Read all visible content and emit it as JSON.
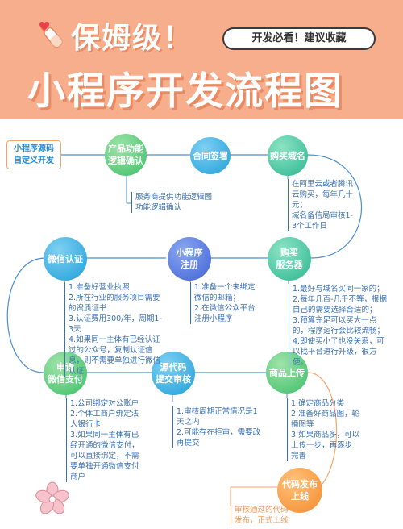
{
  "header": {
    "title_line1": "保姆级！",
    "title_line2": "小程序开发流程图",
    "badge": "开发必看！建议收藏"
  },
  "start_box": {
    "line1": "小程序源码",
    "line2": "自定义开发"
  },
  "steps": {
    "s1": {
      "line1": "产品功能",
      "line2": "逻辑确认"
    },
    "s2": {
      "line1": "合同签署"
    },
    "s3": {
      "line1": "购买域名"
    },
    "s4": {
      "line1": "购买",
      "line2": "服务器"
    },
    "s5": {
      "line1": "小程序",
      "line2": "注册"
    },
    "s6": {
      "line1": "微信认证"
    },
    "s7": {
      "line1": "申请",
      "line2": "微信支付"
    },
    "s8": {
      "line1": "源代码",
      "line2": "提交审核"
    },
    "s9": {
      "line1": "商品上传"
    },
    "s10": {
      "line1": "代码发布",
      "line2": "上线"
    }
  },
  "notes": {
    "n1": [
      "服务商提供功能逻辑图",
      "功能逻辑确认"
    ],
    "n2": [
      "在阿里云或者腾讯",
      "云购买，每年几十",
      "元；",
      "域名备信局审核1-",
      "3个工作日"
    ],
    "n3": [
      "1.最好与域名买同一家的；",
      "2.每年几百-几千不等，根据",
      "自己的需要选择合适的；",
      "3.预算充足可以买大一点",
      "的，程序运行会比较流畅；",
      "4.即使买小了也没关系，可",
      "以找平台进行升级，很方",
      "便。"
    ],
    "n4": [
      "1.准备一个未绑定",
      "微信的邮箱；",
      "2.在微信公众平台",
      "注册小程序"
    ],
    "n5": [
      "1.准备好营业执照",
      "2.所在行业的服务项目需要",
      "的资质证书",
      "3.认证费用300/年，周期1-",
      "3天",
      "4.如果同一主体有已经认证",
      "过的公众号，复制认证信",
      "息，则不需要单独进行微信",
      "认证"
    ],
    "n6": [
      "1.公司绑定对公账户",
      "2.个体工商户绑定法",
      "人银行卡",
      "3.如果同一主体有已",
      "经开通的微信支付，",
      "可以直接绑定，不需",
      "要单独开通微信支付",
      "商户"
    ],
    "n7": [
      "1.审核周期正常情况是1",
      "天之内",
      "2.可能存在拒审，需要改",
      "再提交"
    ],
    "n8": [
      "1.确定商品分类",
      "2.准备好商品图，轮",
      "播图等",
      "3.如果商品多，可以",
      "上传一步，再逐步",
      "完善"
    ],
    "n9": [
      "审核通过的代码",
      "发布，正式上线"
    ]
  }
}
